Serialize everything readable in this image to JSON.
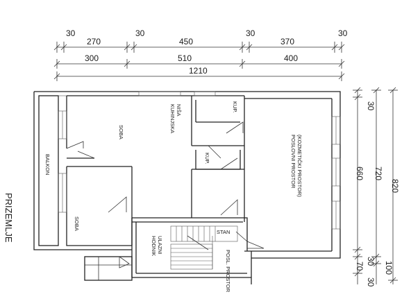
{
  "title": "PRIZEMLJE",
  "dimensions": {
    "top_row1": [
      "30",
      "270",
      "30",
      "450",
      "30",
      "370",
      "30"
    ],
    "top_row2": [
      "300",
      "510",
      "400"
    ],
    "top_row3": "1210",
    "right_col1": [
      "30",
      "660",
      "30",
      "70"
    ],
    "right_col2": [
      "720",
      "30"
    ],
    "right_col3": [
      "820",
      "100"
    ]
  },
  "rooms": {
    "balkon": "BALKON",
    "soba_top": "SOBA",
    "soba_bottom": "SOBA",
    "kuhinjska_nisa": "KUHINJSKA\nNIŠA",
    "kup_top": "KUP.",
    "kup_mid": "KUP.",
    "poslovni_prostor": "POSLOVNI PROSTOR\n(KOZMETIČKI PROSTOR)",
    "stan": "STAN",
    "ulazni_hodnik": "ULAZNI\nHODNIK",
    "posl_prostor": "POSL. PROSTOR"
  }
}
